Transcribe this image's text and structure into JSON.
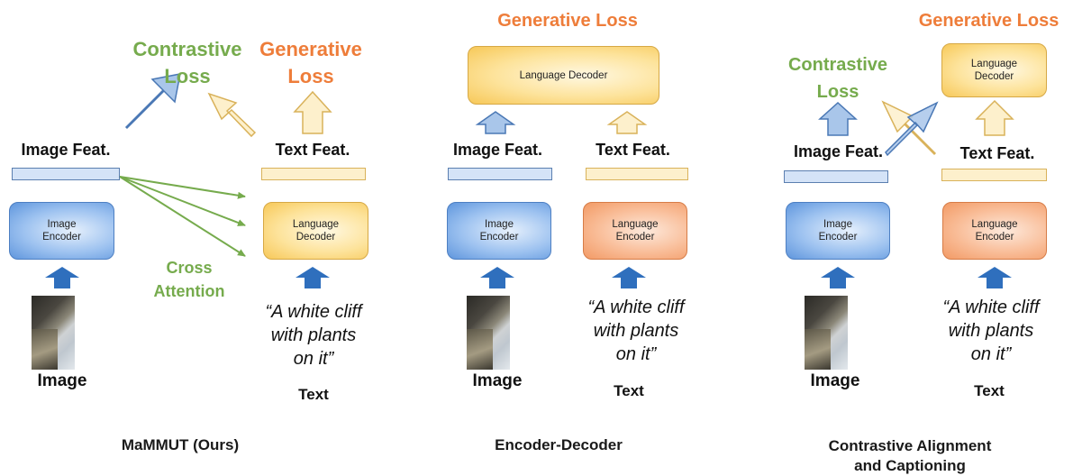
{
  "colors": {
    "contrastive": "#76ab4d",
    "generative": "#ee7d3a",
    "arrow_blue": "#2f6fbd"
  },
  "panel1": {
    "contrastive_loss": [
      "Contrastive",
      "Loss"
    ],
    "generative_loss": [
      "Generative",
      "Loss"
    ],
    "image_feat": "Image Feat.",
    "text_feat": "Text Feat.",
    "image_encoder": [
      "Image",
      "Encoder"
    ],
    "language_decoder": [
      "Language",
      "Decoder"
    ],
    "cross_attention": [
      "Cross",
      "Attention"
    ],
    "quote": [
      "“A white cliff",
      "with plants",
      "on it”"
    ],
    "image_label": "Image",
    "text_label": "Text",
    "caption": "MaMMUT (Ours)"
  },
  "panel2": {
    "generative_loss": "Generative Loss",
    "language_decoder": "Language Decoder",
    "image_feat": "Image Feat.",
    "text_feat": "Text Feat.",
    "image_encoder": [
      "Image",
      "Encoder"
    ],
    "language_encoder": [
      "Language",
      "Encoder"
    ],
    "quote": [
      "“A white cliff",
      "with plants",
      "on it”"
    ],
    "image_label": "Image",
    "text_label": "Text",
    "caption": "Encoder-Decoder"
  },
  "panel3": {
    "generative_loss": "Generative Loss",
    "contrastive_loss": [
      "Contrastive",
      "Loss"
    ],
    "language_decoder": [
      "Language",
      "Decoder"
    ],
    "image_feat": "Image Feat.",
    "text_feat": "Text Feat.",
    "image_encoder": [
      "Image",
      "Encoder"
    ],
    "language_encoder": [
      "Language",
      "Encoder"
    ],
    "quote": [
      "“A white cliff",
      "with plants",
      "on it”"
    ],
    "image_label": "Image",
    "text_label": "Text",
    "caption": [
      "Contrastive Alignment",
      "and Captioning"
    ]
  }
}
